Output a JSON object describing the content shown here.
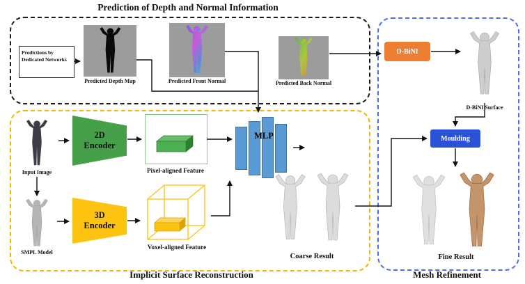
{
  "titles": {
    "top": "Prediction of Depth  and Normal Information",
    "bottom": "Implicit Surface Reconstruction",
    "right": "Mesh Refinement"
  },
  "prediction": {
    "note": "Predictions by Dedicated Networks",
    "depth_label": "Predicted Depth Map",
    "front_label": "Predicted Front Normal",
    "back_label": "Predicted Back Normal"
  },
  "implicit": {
    "input_label": "Input Image",
    "smpl_label": "SMPL Model",
    "encoder_2d": "2D Encoder",
    "encoder_3d": "3D Encoder",
    "pixel_feature": "Pixel-aligned Feature",
    "voxel_feature": "Voxel-aligned Feature",
    "mlp": "MLP",
    "coarse_label": "Coarse Result"
  },
  "refinement": {
    "dbini": "D-BiNI",
    "surface_label": "D-BiNI Surface",
    "moulding": "Moulding",
    "fine_label": "Fine Result"
  },
  "colors": {
    "top_box_border": "#1a1a1a",
    "implicit_box_border": "#f5b301",
    "refinement_box_border": "#4f6bed",
    "encoder_2d": "#45a049",
    "encoder_3d": "#fcc411",
    "mlp_bar": "#5b9bd5",
    "dbini_bg": "#ed7d31",
    "moulding_bg": "#2b52d6"
  }
}
